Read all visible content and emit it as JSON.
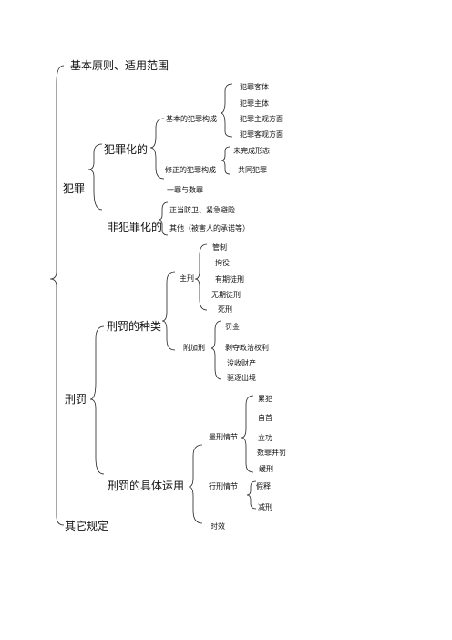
{
  "root_items": {
    "principles": "基本原则、适用范围",
    "crime": "犯罪",
    "punishment": "刑罚",
    "other": "其它规定"
  },
  "crime": {
    "criminalization": {
      "label": "犯罪化的",
      "basic": {
        "label": "基本的犯罪构成",
        "items": [
          "犯罪客体",
          "犯罪主体",
          "犯罪主观方面",
          "犯罪客观方面"
        ]
      },
      "modified": {
        "label": "修正的犯罪构成",
        "items": [
          "未完成形态",
          "共同犯罪"
        ]
      },
      "one_crime": "一罪与数罪"
    },
    "decriminalization": {
      "label": "非犯罪化的",
      "items": [
        "正当防卫、紧急避险",
        "其他（被害人的承诺等）"
      ]
    }
  },
  "punishment": {
    "kinds": {
      "label": "刑罚的种类",
      "principal": {
        "label": "主刑",
        "items": [
          "管制",
          "拘役",
          "有期徒刑",
          "无期徒刑",
          "死刑"
        ]
      },
      "additional": {
        "label": "附加刑",
        "items": [
          "罚金",
          "剥夺政治权利",
          "没收财产",
          "驱逐出境"
        ]
      }
    },
    "application": {
      "label": "刑罚的具体运用",
      "sentencing": {
        "label": "量刑情节",
        "items": [
          "累犯",
          "自首",
          "立功",
          "数罪并罚",
          "缓刑"
        ]
      },
      "execution": {
        "label": "行刑情节",
        "items": [
          "假释",
          "减刑"
        ]
      },
      "limitation": "时效"
    }
  }
}
